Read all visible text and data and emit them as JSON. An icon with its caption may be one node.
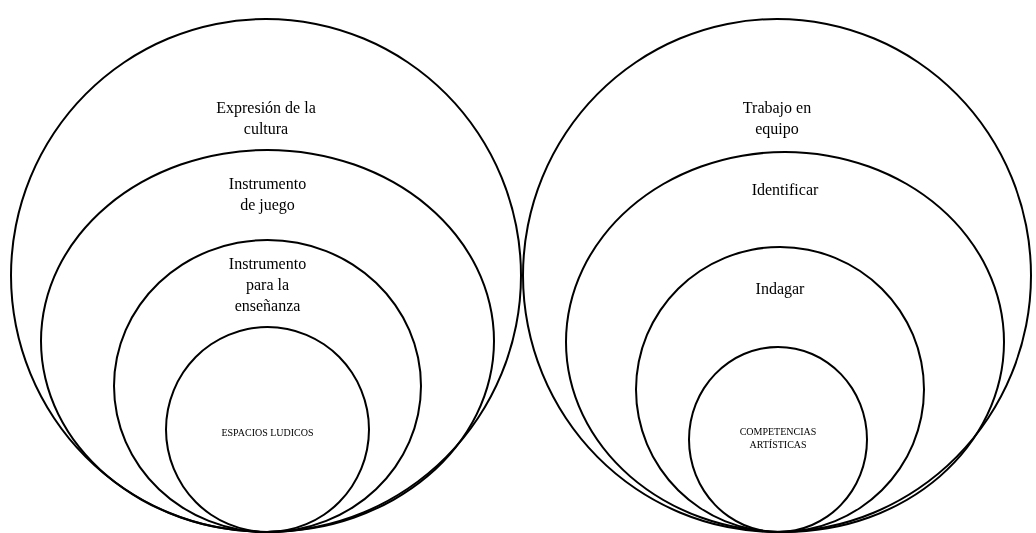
{
  "diagram": {
    "nodes": [
      {
        "text": [
          "Expresión de la cultura"
        ]
      },
      {
        "text": [
          "Instrumento de juego"
        ],
        "in": 0
      },
      {
        "text": [
          "Instrumento para la enseñanza"
        ],
        "in": 1
      },
      {
        "text": [
          "ESPACIOS LUDICOS"
        ],
        "in": 2
      },
      {
        "text": [
          "Trabajo en equipo"
        ]
      },
      {
        "text": [
          "Identificar"
        ],
        "in": 4
      },
      {
        "text": [
          "Indagar"
        ],
        "in": 5
      },
      {
        "text": [
          "COMPETENCIAS ARTÍSTICAS"
        ],
        "in": 6
      }
    ],
    "edges": []
  }
}
